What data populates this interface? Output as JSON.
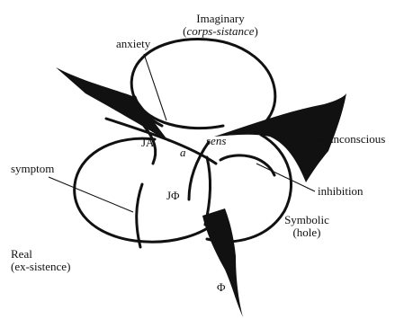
{
  "diagram": {
    "imaginary": {
      "name": "Imaginary",
      "open": "(",
      "sub": "corps-sistance",
      "close": ")"
    },
    "symbolic": {
      "name": "Symbolic",
      "sub": "(hole)"
    },
    "real": {
      "name": "Real",
      "sub": "(ex-sistence)"
    },
    "center": {
      "object_a": "a",
      "jouissance_other": "JĀ",
      "phallic_jouissance": "JΦ",
      "sens": "sens"
    },
    "annotations": {
      "anxiety": "anxiety",
      "symptom": "symptom",
      "unconscious": "unconscious",
      "inhibition": "inhibition",
      "phi": "Φ"
    },
    "colors": {
      "ink": "#111111",
      "background": "#ffffff"
    }
  }
}
